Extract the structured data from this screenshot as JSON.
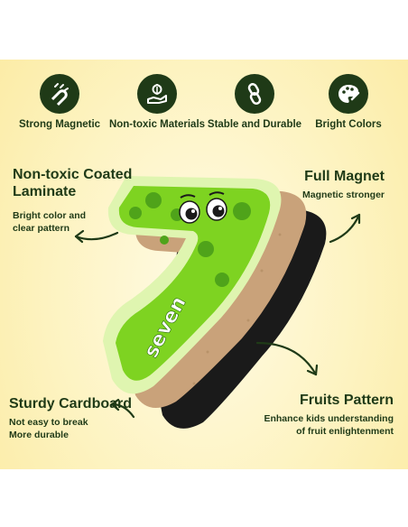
{
  "features": [
    {
      "label": "Strong Magnetic",
      "icon": "magnet-icon"
    },
    {
      "label": "Non-toxic Materials",
      "icon": "leaf-hand-icon"
    },
    {
      "label": "Stable and Durable",
      "icon": "chain-link-icon"
    },
    {
      "label": "Bright Colors",
      "icon": "palette-icon"
    }
  ],
  "callouts": {
    "laminate": {
      "title_line1": "Non-toxic Coated",
      "title_line2": "Laminate",
      "sub_line1": "Bright color and",
      "sub_line2": "clear pattern"
    },
    "magnet": {
      "title": "Full Magnet",
      "sub": "Magnetic stronger"
    },
    "cardboard": {
      "title": "Sturdy Cardboard",
      "sub_line1": "Not easy to break",
      "sub_line2": "More durable"
    },
    "fruits": {
      "title": "Fruits Pattern",
      "sub_line1": "Enhance kids understanding",
      "sub_line2": "of fruit enlightenment"
    }
  },
  "product": {
    "word": "seven"
  },
  "colors": {
    "dark_green": "#1f3a17",
    "lime": "#7ed321",
    "light_lime": "#dff5b0",
    "cardboard": "#c9a27a",
    "magnet_black": "#1a1a1a",
    "background": "#fdf3c0"
  }
}
